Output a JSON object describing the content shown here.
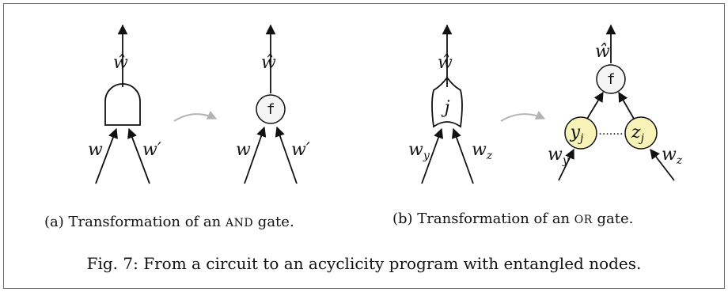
{
  "panel_a": {
    "before": {
      "output": "ŵ",
      "input_left": "w",
      "input_right": "w′"
    },
    "after": {
      "output": "ŵ",
      "node": "f",
      "input_left": "w",
      "input_right": "w′"
    },
    "caption_prefix": "(a) Transformation of an ",
    "caption_gate": "AND",
    "caption_suffix": " gate."
  },
  "panel_b": {
    "before": {
      "output": "ŵ",
      "gate_label": "j",
      "input_left": "w",
      "input_left_sub": "y",
      "input_right": "w",
      "input_right_sub": "z"
    },
    "after": {
      "output": "ŵ",
      "node": "f",
      "left_node": "y",
      "left_node_sub": "j",
      "right_node": "z",
      "right_node_sub": "j",
      "dots": "·······",
      "input_left": "w",
      "input_left_sub": "y",
      "input_right": "w",
      "input_right_sub": "z"
    },
    "caption_prefix": "(b) Transformation of an ",
    "caption_gate": "OR",
    "caption_suffix": " gate."
  },
  "figure_caption": "Fig. 7: From a circuit to an acyclicity program with entangled nodes.",
  "colors": {
    "entangled_node_fill": "#f6f2b8",
    "node_fill": "#f5f5f5",
    "arrow_gray": "#b3b3b3"
  }
}
